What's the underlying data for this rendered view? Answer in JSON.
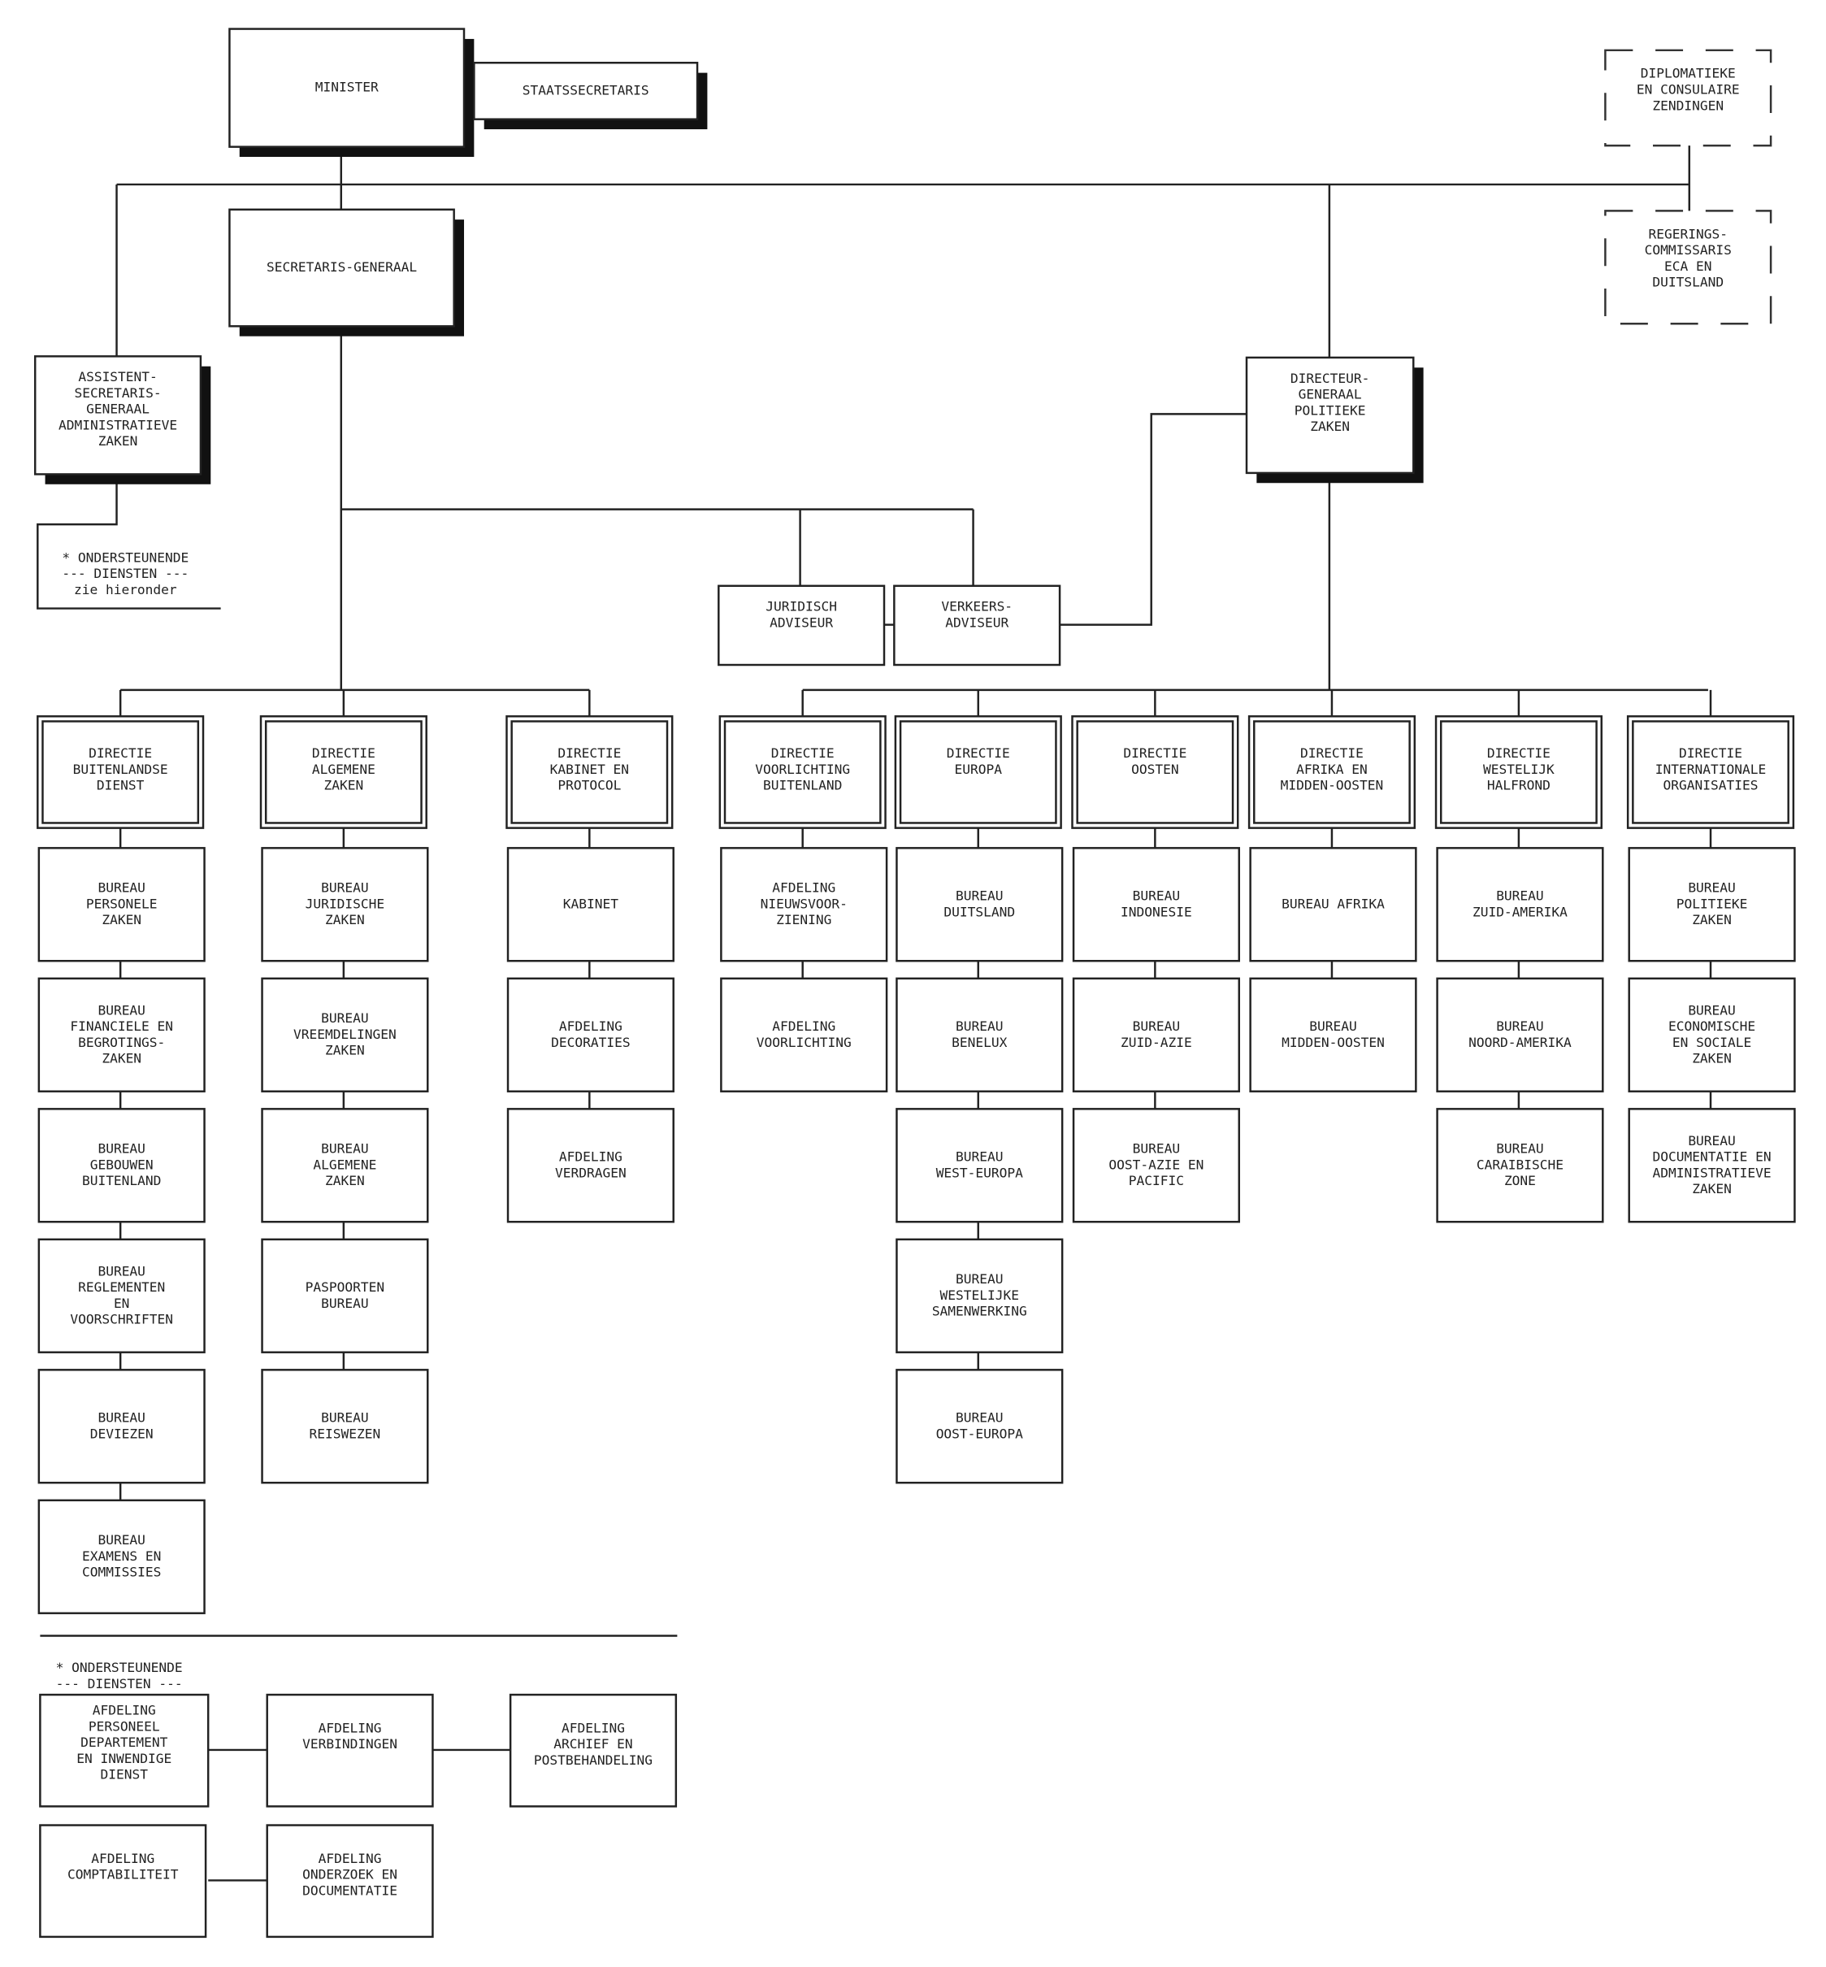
{
  "title": "Organisatieschema Ministerie van Buitenlandse Zaken",
  "top": {
    "minister": [
      "MINISTER"
    ],
    "staatssecretaris": [
      "STAATSSECRETARIS"
    ],
    "secretaris_generaal": [
      "SECRETARIS-GENERAAL"
    ],
    "assistent_sg": [
      "ASSISTENT-",
      "SECRETARIS-",
      "GENERAAL",
      "ADMINISTRATIEVE",
      "ZAKEN"
    ],
    "directeur_generaal": [
      "DIRECTEUR-",
      "GENERAAL",
      "POLITIEKE",
      "ZAKEN"
    ],
    "diplomatieke": [
      "DIPLOMATIEKE",
      "EN CONSULAIRE",
      "ZENDINGEN"
    ],
    "regeringscommissaris": [
      "REGERINGS-",
      "COMMISSARIS",
      "ECA EN",
      "DUITSLAND"
    ],
    "juridisch": [
      "JURIDISCH",
      "ADVISEUR"
    ],
    "verkeers": [
      "VERKEERS-",
      "ADVISEUR"
    ]
  },
  "note_top": [
    "* ONDERSTEUNENDE",
    "--- DIENSTEN ---",
    "zie hieronder"
  ],
  "columns": [
    {
      "directie": [
        "DIRECTIE",
        "BUITENLANDSE",
        "DIENST"
      ],
      "units": [
        [
          "BUREAU",
          "PERSONELE",
          "ZAKEN"
        ],
        [
          "BUREAU",
          "FINANCIELE EN",
          "BEGROTINGS-",
          "ZAKEN"
        ],
        [
          "BUREAU",
          "GEBOUWEN",
          "BUITENLAND"
        ],
        [
          "BUREAU",
          "REGLEMENTEN",
          "EN",
          "VOORSCHRIFTEN"
        ],
        [
          "BUREAU",
          "DEVIEZEN"
        ],
        [
          "BUREAU",
          "EXAMENS EN",
          "COMMISSIES"
        ]
      ]
    },
    {
      "directie": [
        "DIRECTIE",
        "ALGEMENE",
        "ZAKEN"
      ],
      "units": [
        [
          "BUREAU",
          "JURIDISCHE",
          "ZAKEN"
        ],
        [
          "BUREAU",
          "VREEMDELINGEN",
          "ZAKEN"
        ],
        [
          "BUREAU",
          "ALGEMENE",
          "ZAKEN"
        ],
        [
          "PASPOORTEN",
          "BUREAU"
        ],
        [
          "BUREAU",
          "REISWEZEN"
        ]
      ]
    },
    {
      "directie": [
        "DIRECTIE",
        "KABINET EN",
        "PROTOCOL"
      ],
      "units": [
        [
          "KABINET"
        ],
        [
          "AFDELING",
          "DECORATIES"
        ],
        [
          "AFDELING",
          "VERDRAGEN"
        ]
      ]
    },
    {
      "directie": [
        "DIRECTIE",
        "VOORLICHTING",
        "BUITENLAND"
      ],
      "units": [
        [
          "AFDELING",
          "NIEUWSVOOR-",
          "ZIENING"
        ],
        [
          "AFDELING",
          "VOORLICHTING"
        ]
      ]
    },
    {
      "directie": [
        "DIRECTIE",
        "EUROPA"
      ],
      "units": [
        [
          "BUREAU",
          "DUITSLAND"
        ],
        [
          "BUREAU",
          "BENELUX"
        ],
        [
          "BUREAU",
          "WEST-EUROPA"
        ],
        [
          "BUREAU",
          "WESTELIJKE",
          "SAMENWERKING"
        ],
        [
          "BUREAU",
          "OOST-EUROPA"
        ]
      ]
    },
    {
      "directie": [
        "DIRECTIE",
        "OOSTEN"
      ],
      "units": [
        [
          "BUREAU",
          "INDONESIE"
        ],
        [
          "BUREAU",
          "ZUID-AZIE"
        ],
        [
          "BUREAU",
          "OOST-AZIE EN",
          "PACIFIC"
        ]
      ]
    },
    {
      "directie": [
        "DIRECTIE",
        "AFRIKA EN",
        "MIDDEN-OOSTEN"
      ],
      "units": [
        [
          "BUREAU AFRIKA"
        ],
        [
          "BUREAU",
          "MIDDEN-OOSTEN"
        ]
      ]
    },
    {
      "directie": [
        "DIRECTIE",
        "WESTELIJK",
        "HALFROND"
      ],
      "units": [
        [
          "BUREAU",
          "ZUID-AMERIKA"
        ],
        [
          "BUREAU",
          "NOORD-AMERIKA"
        ],
        [
          "BUREAU",
          "CARAIBISCHE",
          "ZONE"
        ]
      ]
    },
    {
      "directie": [
        "DIRECTIE",
        "INTERNATIONALE",
        "ORGANISATIES"
      ],
      "units": [
        [
          "BUREAU",
          "POLITIEKE",
          "ZAKEN"
        ],
        [
          "BUREAU",
          "ECONOMISCHE",
          "EN SOCIALE",
          "ZAKEN"
        ],
        [
          "BUREAU",
          "DOCUMENTATIE EN",
          "ADMINISTRATIEVE",
          "ZAKEN"
        ]
      ]
    }
  ],
  "support": {
    "heading": [
      "* ONDERSTEUNENDE",
      "--- DIENSTEN ---"
    ],
    "units": [
      [
        "AFDELING",
        "PERSONEEL",
        "DEPARTEMENT",
        "EN INWENDIGE",
        "DIENST"
      ],
      [
        "AFDELING",
        "VERBINDINGEN"
      ],
      [
        "AFDELING",
        "ARCHIEF EN",
        "POSTBEHANDELING"
      ],
      [
        "AFDELING",
        "COMPTABILITEIT"
      ],
      [
        "AFDELING",
        "ONDERZOEK EN",
        "DOCUMENTATIE"
      ]
    ]
  }
}
